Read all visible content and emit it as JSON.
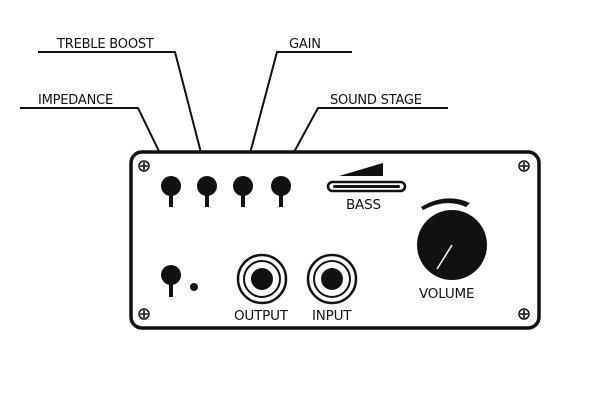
{
  "labels": {
    "impedance": "IMPEDANCE",
    "treble_boost": "TREBLE BOOST",
    "gain": "GAIN",
    "sound_stage": "SOUND STAGE",
    "bass": "BASS",
    "volume": "VOLUME",
    "output": "OUTPUT",
    "input": "INPUT"
  },
  "icons": {
    "corner_screw": "plus-screw-icon",
    "toggle": "toggle-switch-icon",
    "jack": "audio-jack-icon",
    "knob": "volume-knob-icon"
  },
  "colors": {
    "ink": "#111111",
    "panel": "#ffffff",
    "background": "#ffffff"
  }
}
